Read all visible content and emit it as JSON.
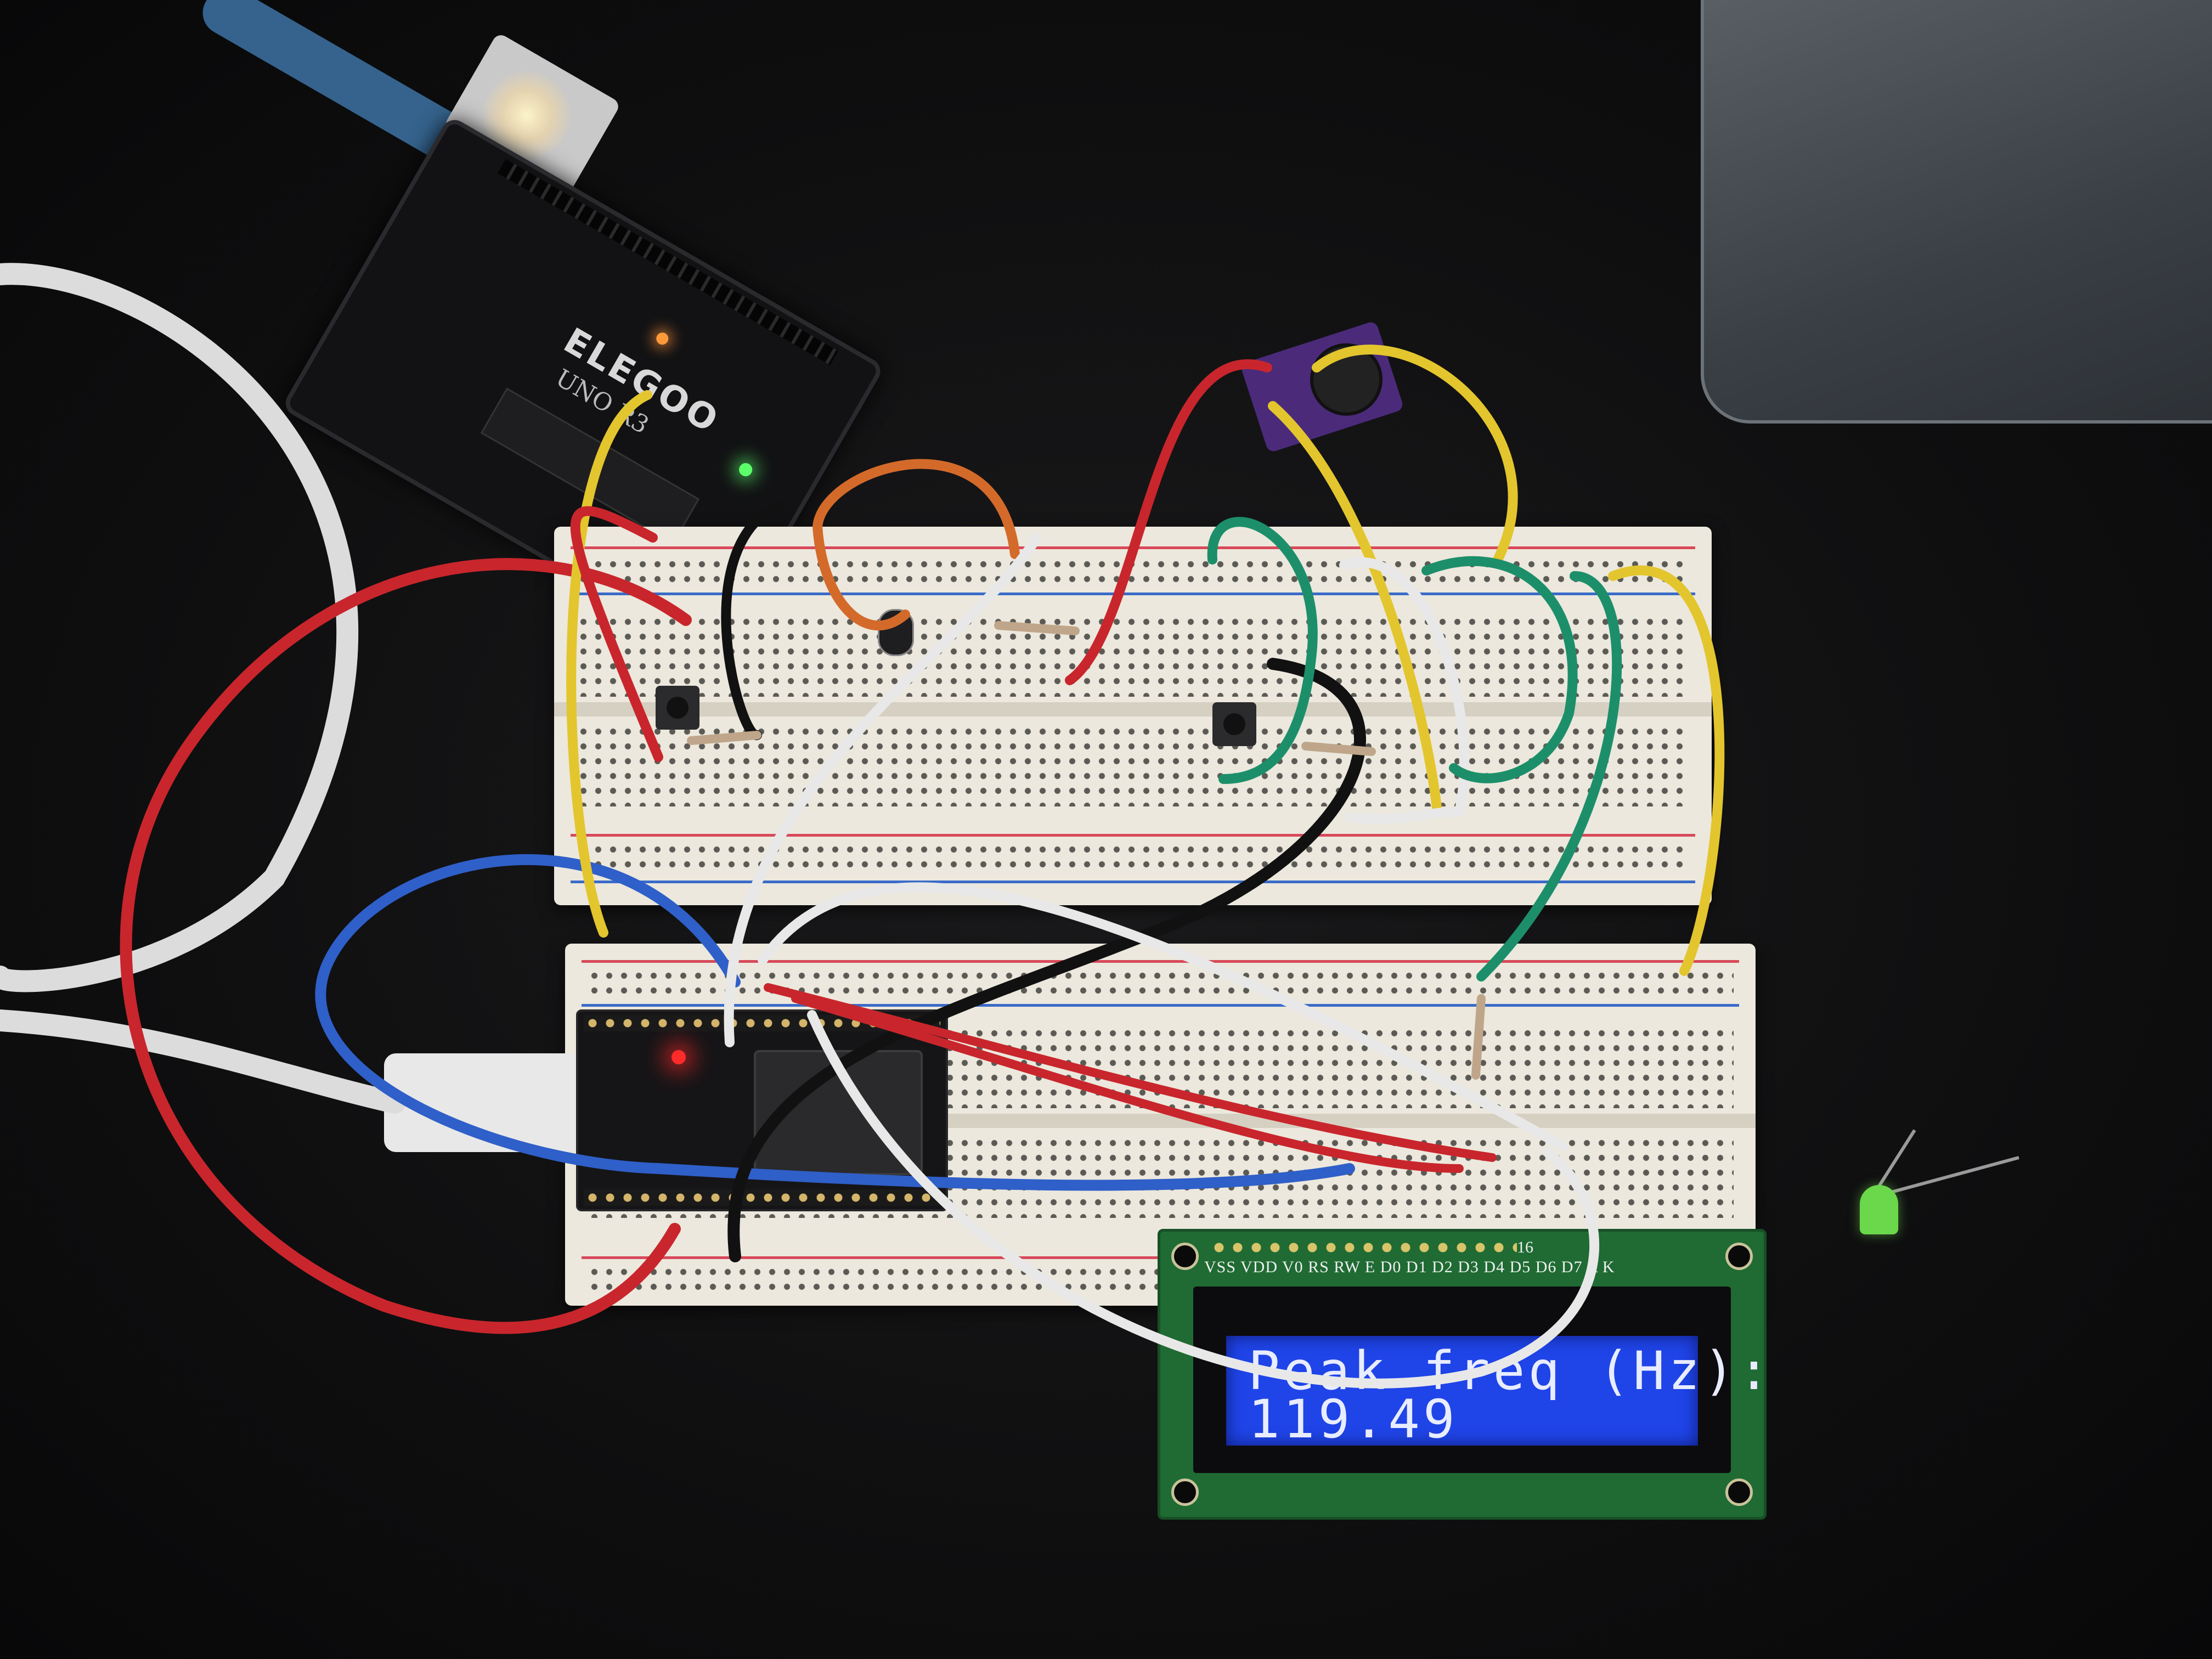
{
  "arduino": {
    "brand": "ELEGOO",
    "model": "UNO R3"
  },
  "lcd": {
    "line1": "Peak freq (Hz):",
    "line2": "119.49",
    "pin_labels": "VSS VDD V0 RS RW E D0 D1 D2 D3 D4 D5 D6 D7 A K",
    "pin_count": "16"
  },
  "colors": {
    "lcd_backlight": "#1f44e8",
    "wire_red": "#c8262c",
    "wire_yellow": "#e3c52e",
    "wire_white": "#e8e8e8",
    "wire_black": "#111111",
    "wire_blue": "#2f5fc8",
    "wire_green": "#1c8f6a",
    "wire_orange": "#d46a2a"
  }
}
